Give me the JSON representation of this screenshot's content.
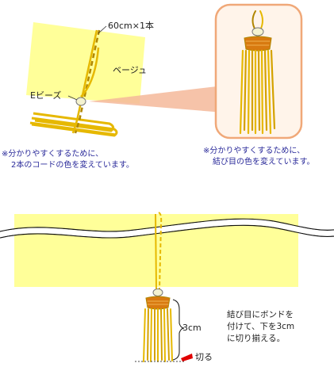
{
  "step1": {
    "cord_label": "60cm×1本",
    "paper_label": "ベージュ",
    "bead_label": "Eビーズ",
    "note_line1": "※分かりやすくするために、",
    "note_line2": "2本のコードの色を変えています。"
  },
  "zoom": {
    "note_line1": "※分かりやすくするために、",
    "note_line2": "結び目の色を変えています。"
  },
  "step2": {
    "length_label": "3cm",
    "cut_label": "切る",
    "instruction_line1": "結び目にボンドを",
    "instruction_line2": "付けて、下を3cm",
    "instruction_line3": "に切り揃える。"
  },
  "colors": {
    "paper": "#ffff99",
    "cord": "#e6b800",
    "cord_dark": "#b08600",
    "knot": "#d87a10",
    "zoom_border": "#f0a878",
    "zoom_bg": "#fff4ea",
    "arrow": "#f5b99a",
    "note_text": "#2a2a9a",
    "cut_mark": "#e00000"
  }
}
